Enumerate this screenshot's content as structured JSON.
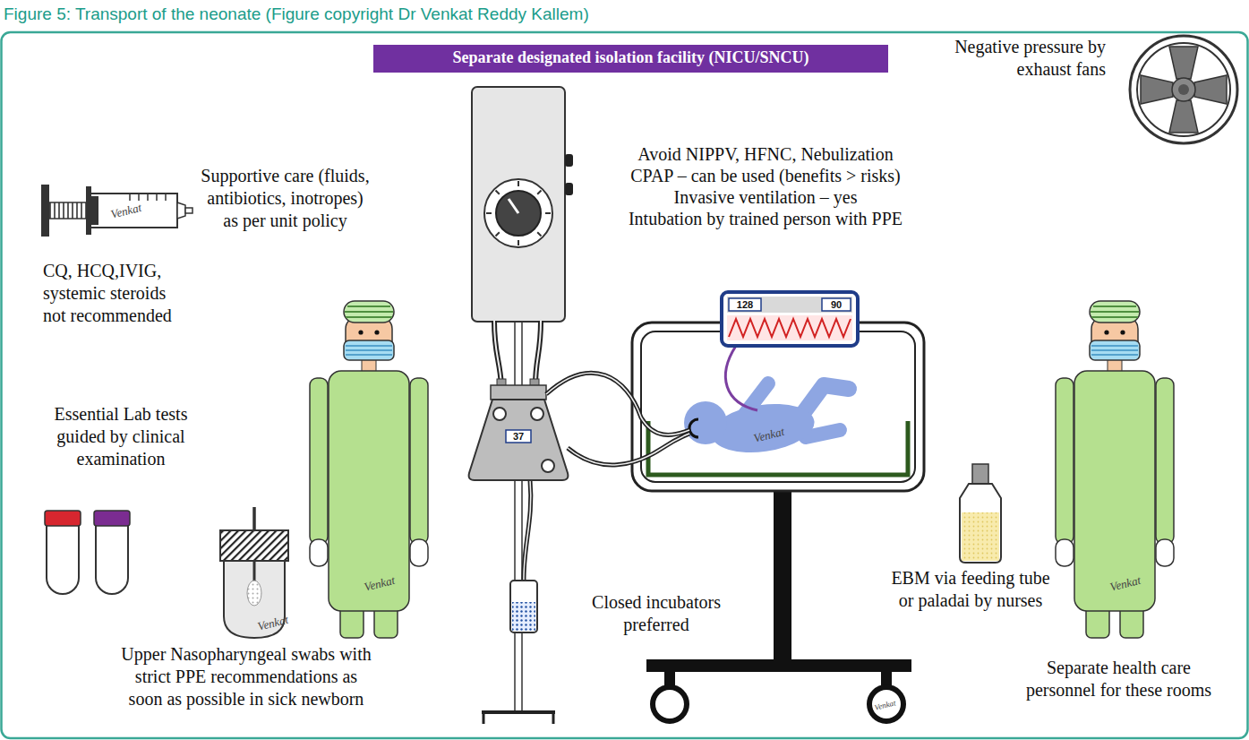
{
  "diagram": {
    "caption": "Figure 5: Transport of the neonate (Figure copyright Dr Venkat Reddy Kallem)",
    "nodes": [
      {
        "text": [
          "Separate designated isolation facility (NICU/SNCU)"
        ]
      }
    ],
    "labels": [
      "Negative pressure by exhaust fans",
      "Avoid NIPPV, HFNC, Nebulization",
      "CPAP – can be used (benefits > risks)",
      "Invasive ventilation – yes",
      "Intubation by trained person with PPE",
      "Supportive care (fluids, antibiotics, inotropes) as per unit policy",
      "CQ, HCQ,IVIG, systemic steroids not recommended",
      "Essential Lab tests guided by clinical examination",
      "Upper Nasopharyngeal swabs with strict PPE recommendations as soon as possible in sick newborn",
      "128",
      "90",
      "37",
      "EBM via feeding tube or paladai by nurses",
      "Closed incubators preferred",
      "Separate health care personnel for these rooms",
      "Venkat",
      "Venkat",
      "Venkat",
      "Venkat",
      "Venkat",
      "Venkat"
    ]
  }
}
